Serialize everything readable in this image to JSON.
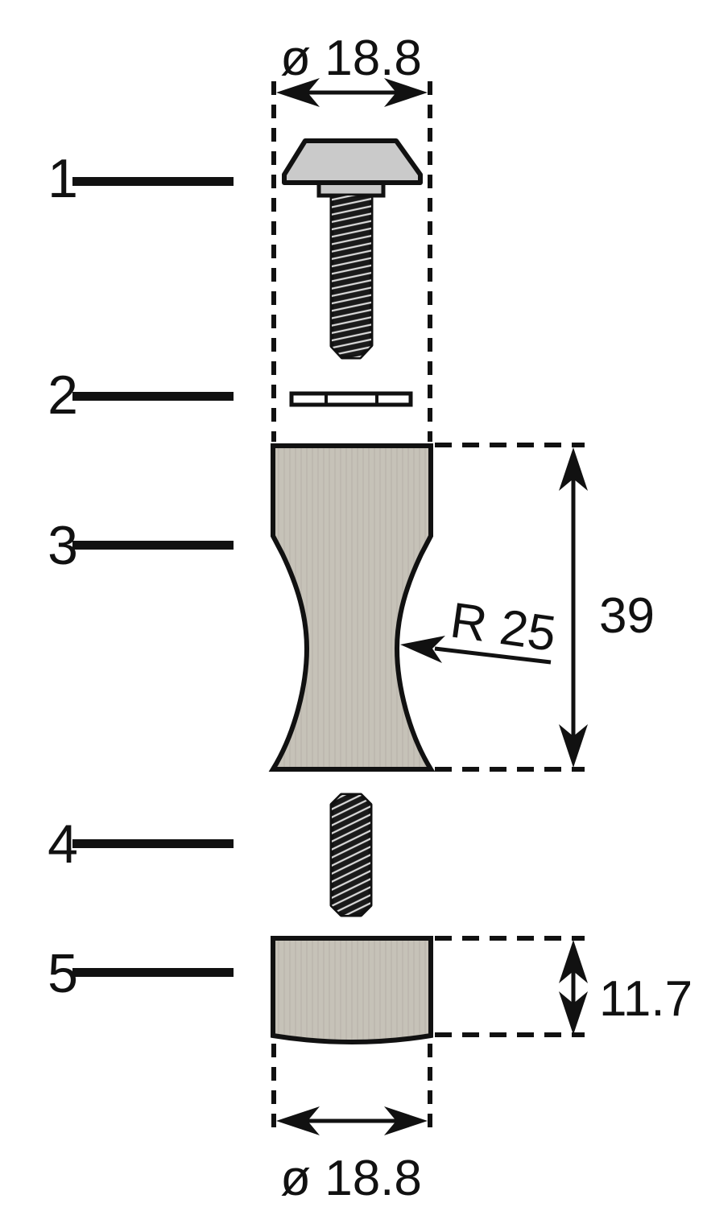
{
  "labels": {
    "parts": [
      "1",
      "2",
      "3",
      "4",
      "5"
    ]
  },
  "dimensions": {
    "top_diameter": "ø 18.8",
    "body_height": "39",
    "waist_radius": "R 25",
    "base_height": "11.7",
    "bottom_diameter": "ø 18.8"
  },
  "colors": {
    "outline": "#111111",
    "body_fill": "#c6c2b8",
    "head_fill": "#cacaca",
    "thread_fill": "#1a1a1a",
    "washer_fill": "#ffffff",
    "background": "#ffffff"
  }
}
